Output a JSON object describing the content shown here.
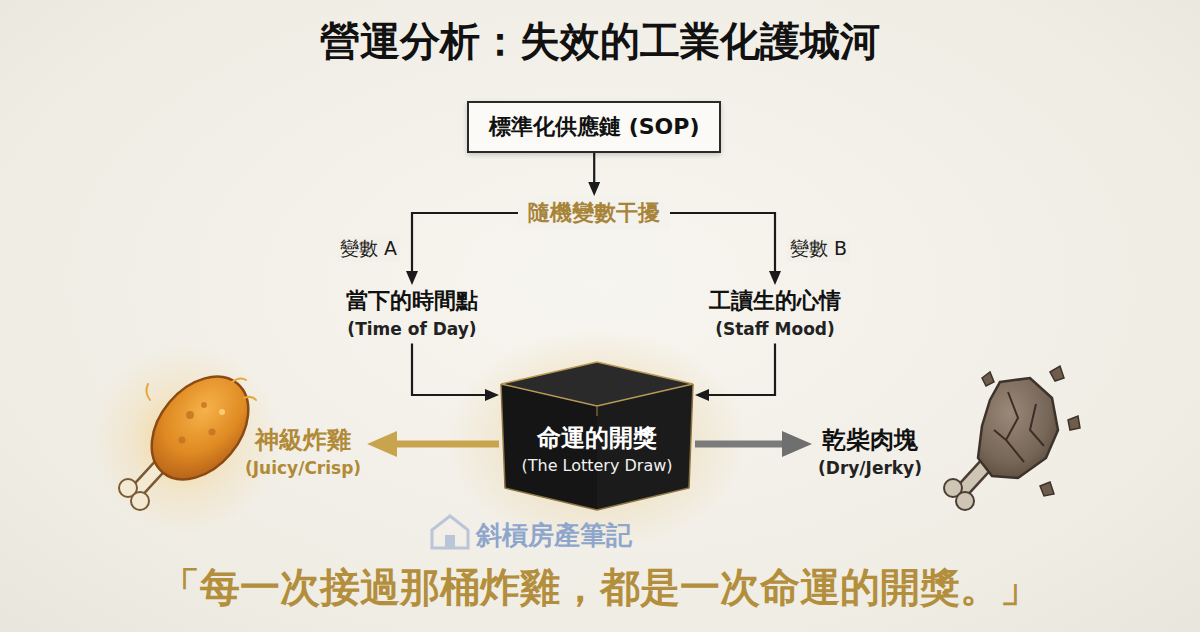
{
  "diagram": {
    "title": "營運分析：失效的工業化護城河",
    "caption": "「每一次接過那桶炸雞，都是一次命運的開獎。」",
    "nodes": [
      {
        "text": [
          "標準化供應鏈 (SOP)"
        ]
      },
      {
        "text": [
          "隨機變數干擾"
        ]
      },
      {
        "text": [
          "當下的時間點",
          "(Time of Day)"
        ]
      },
      {
        "text": [
          "工讀生的心情",
          "(Staff Mood)"
        ]
      },
      {
        "text": [
          "命運的開獎",
          "(The Lottery Draw)"
        ]
      },
      {
        "text": [
          "神級炸雞",
          "(Juicy/Crisp)"
        ]
      },
      {
        "text": [
          "乾柴肉塊",
          "(Dry/Jerky)"
        ]
      }
    ],
    "edges": [
      {
        "from": 0,
        "to": 1,
        "arrow": "to"
      },
      {
        "from": 1,
        "to": 2,
        "label": "變數 A",
        "arrow": "to"
      },
      {
        "from": 1,
        "to": 3,
        "label": "變數 B",
        "arrow": "to"
      },
      {
        "from": 2,
        "to": 4,
        "arrow": "to"
      },
      {
        "from": 3,
        "to": 4,
        "arrow": "to"
      },
      {
        "from": 4,
        "to": 5,
        "arrow": "to"
      },
      {
        "from": 4,
        "to": 6,
        "arrow": "to"
      }
    ],
    "labels": [
      "斜槓房產筆記"
    ]
  }
}
